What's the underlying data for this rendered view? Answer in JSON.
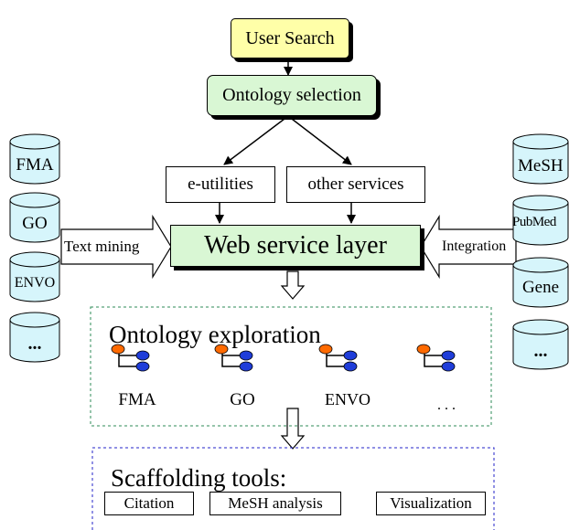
{
  "flow": {
    "user_search": "User Search",
    "ontology_selection": "Ontology selection",
    "e_utilities": "e-utilities",
    "other_services": "other services",
    "web_service_layer": "Web service layer",
    "text_mining": "Text mining",
    "integration": "Integration"
  },
  "left_sources": [
    "FMA",
    "GO",
    "ENVO",
    "..."
  ],
  "right_sources": [
    "MeSH",
    "PubMed",
    "Gene",
    "..."
  ],
  "exploration": {
    "title": "Ontology exploration",
    "trees": [
      "FMA",
      "GO",
      "ENVO",
      ". . ."
    ]
  },
  "scaffolding": {
    "title": "Scaffolding tools:",
    "tools": [
      "Citation",
      "MeSH analysis",
      "Visualization"
    ]
  },
  "colors": {
    "user_search_fill": "#ffffa8",
    "green_fill": "#d9f7d4",
    "cylinder_fill": "#d6f5fb",
    "tree_root": "#ff6a00",
    "tree_child": "#1f3dd9",
    "exploration_border": "#2e8b57",
    "scaffold_border": "#2323c8"
  }
}
